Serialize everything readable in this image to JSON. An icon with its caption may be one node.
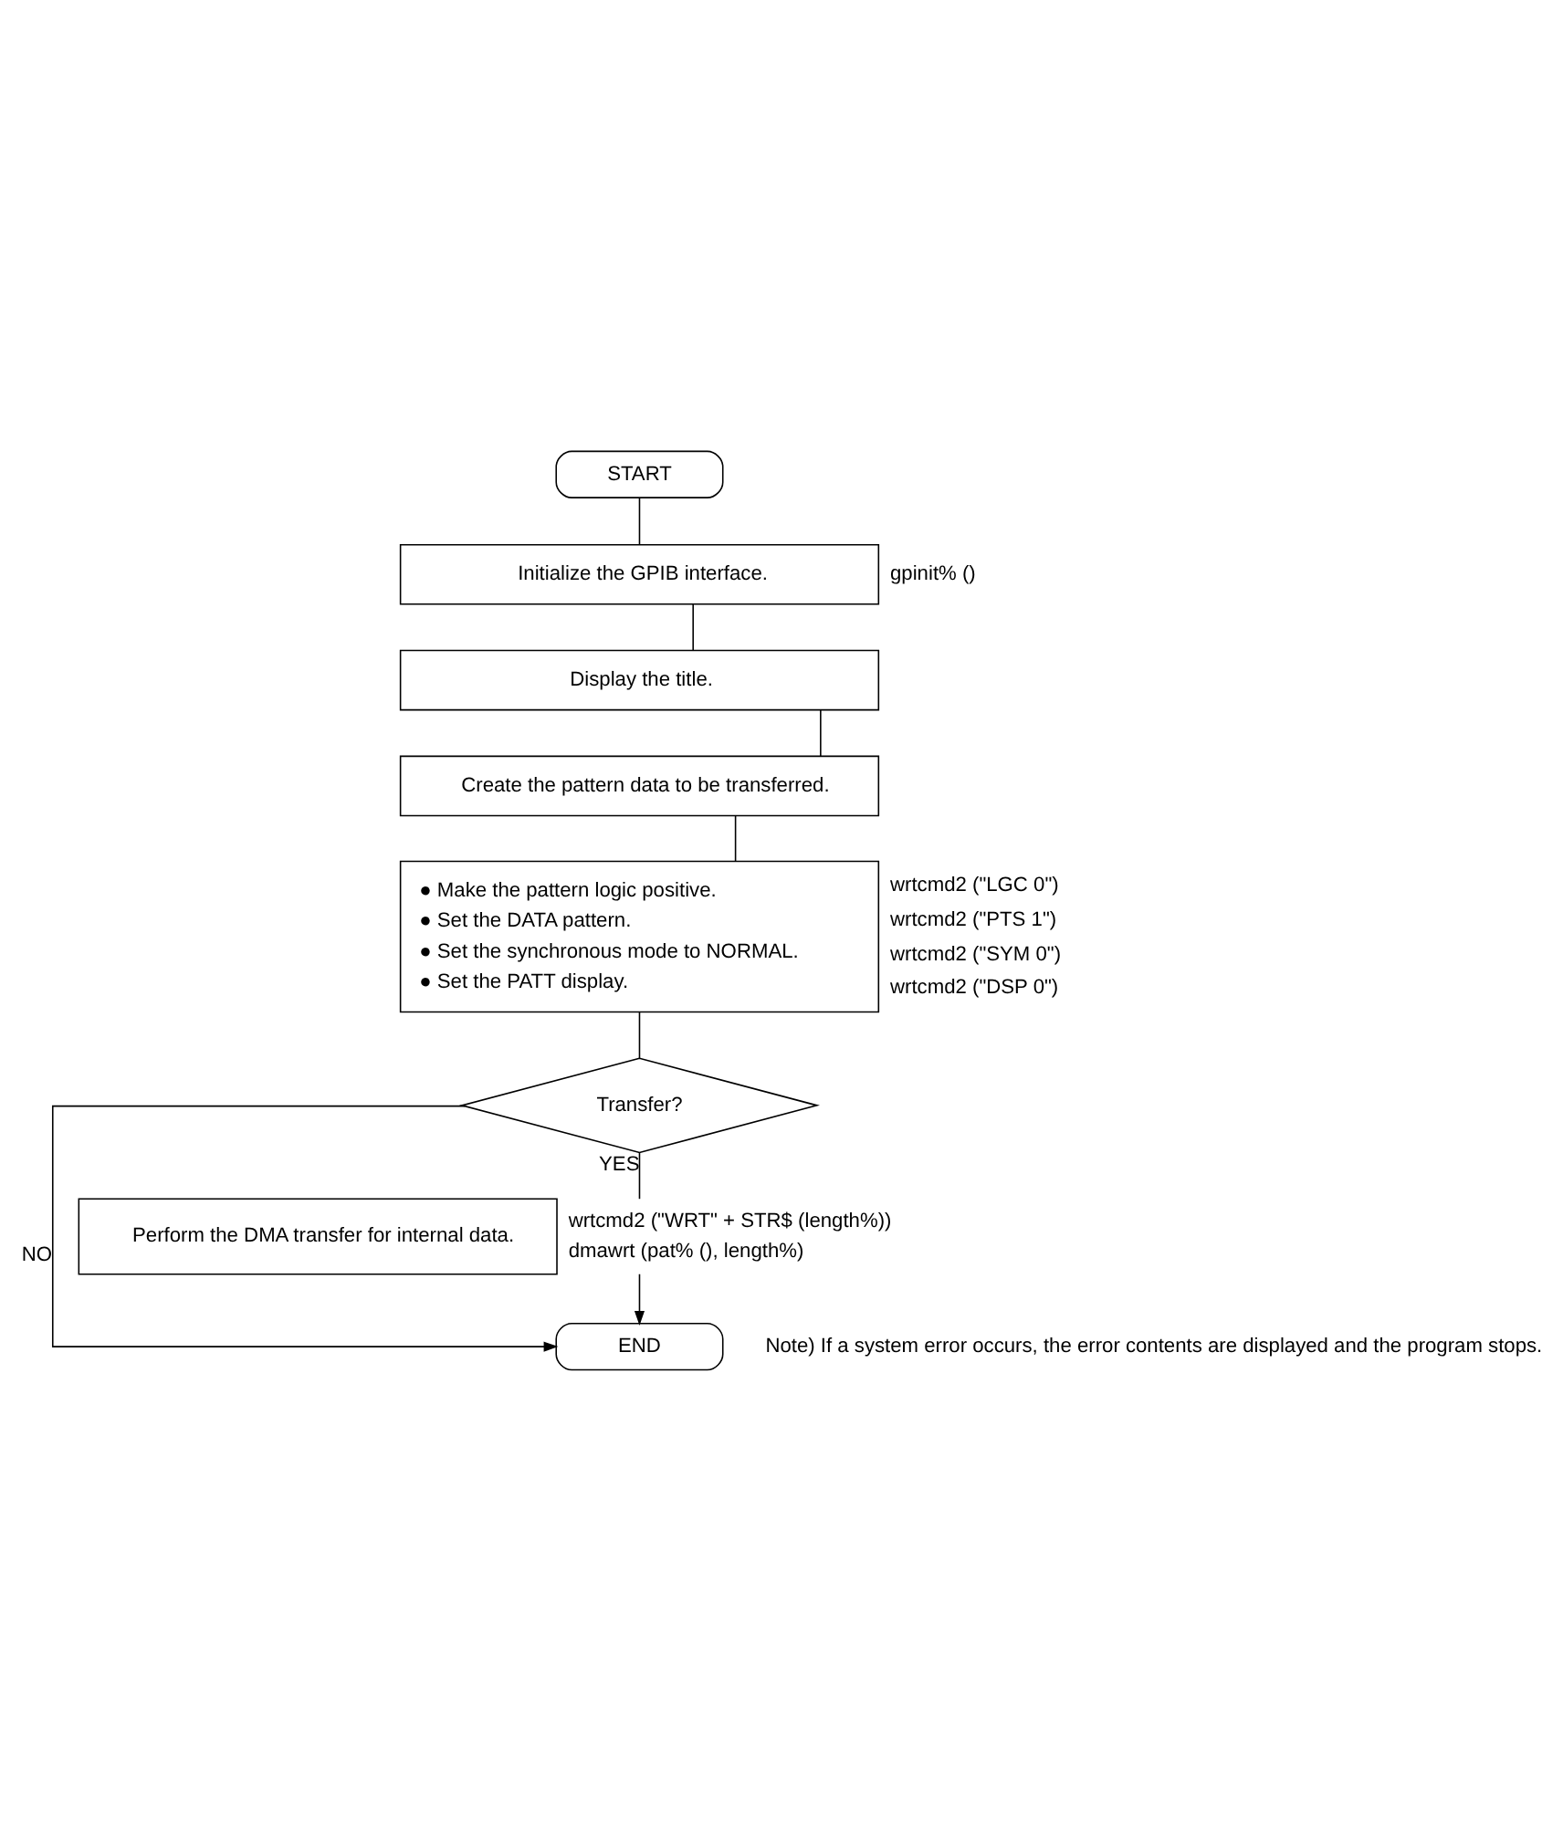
{
  "diagram": {
    "nodes": [
      {
        "text": [
          "START"
        ]
      },
      {
        "text": [
          "Initialize the GPIB interface."
        ],
        "beside": [
          "gpinit% ()"
        ]
      },
      {
        "text": [
          "Display the title."
        ]
      },
      {
        "text": [
          "Create the pattern data to be transferred."
        ]
      },
      {
        "text": [
          "● Make the pattern logic positive.",
          "● Set the DATA pattern.",
          "● Set the synchronous mode to NORMAL.",
          "● Set the PATT display."
        ],
        "beside": [
          "wrtcmd2 (\"LGC 0\")",
          "wrtcmd2 (\"PTS 1\")",
          "wrtcmd2 (\"SYM 0\")",
          "wrtcmd2 (\"DSP 0\")"
        ]
      },
      {
        "text": [
          "Transfer?"
        ]
      },
      {
        "text": [
          "Perform the DMA transfer for internal data."
        ],
        "beside": [
          "wrtcmd2 (\"WRT\" + STR$ (length%))",
          "dmawrt (pat% (), length%)"
        ]
      },
      {
        "text": [
          "END"
        ]
      }
    ],
    "edges": [
      {
        "from": 0,
        "to": 1,
        "arrow": "none"
      },
      {
        "from": 1,
        "to": 2,
        "arrow": "none"
      },
      {
        "from": 2,
        "to": 3,
        "arrow": "none"
      },
      {
        "from": 3,
        "to": 4,
        "arrow": "none"
      },
      {
        "from": 4,
        "to": 5,
        "arrow": "none"
      },
      {
        "from": 5,
        "to": 6,
        "arrow": "none",
        "label": "YES"
      },
      {
        "from": 5,
        "to": 7,
        "arrow": "to",
        "label": "NO"
      },
      {
        "from": 6,
        "to": 7,
        "arrow": "to"
      }
    ],
    "labels": [
      "Note) If a system error occurs, the error contents are displayed and the program stops."
    ]
  }
}
